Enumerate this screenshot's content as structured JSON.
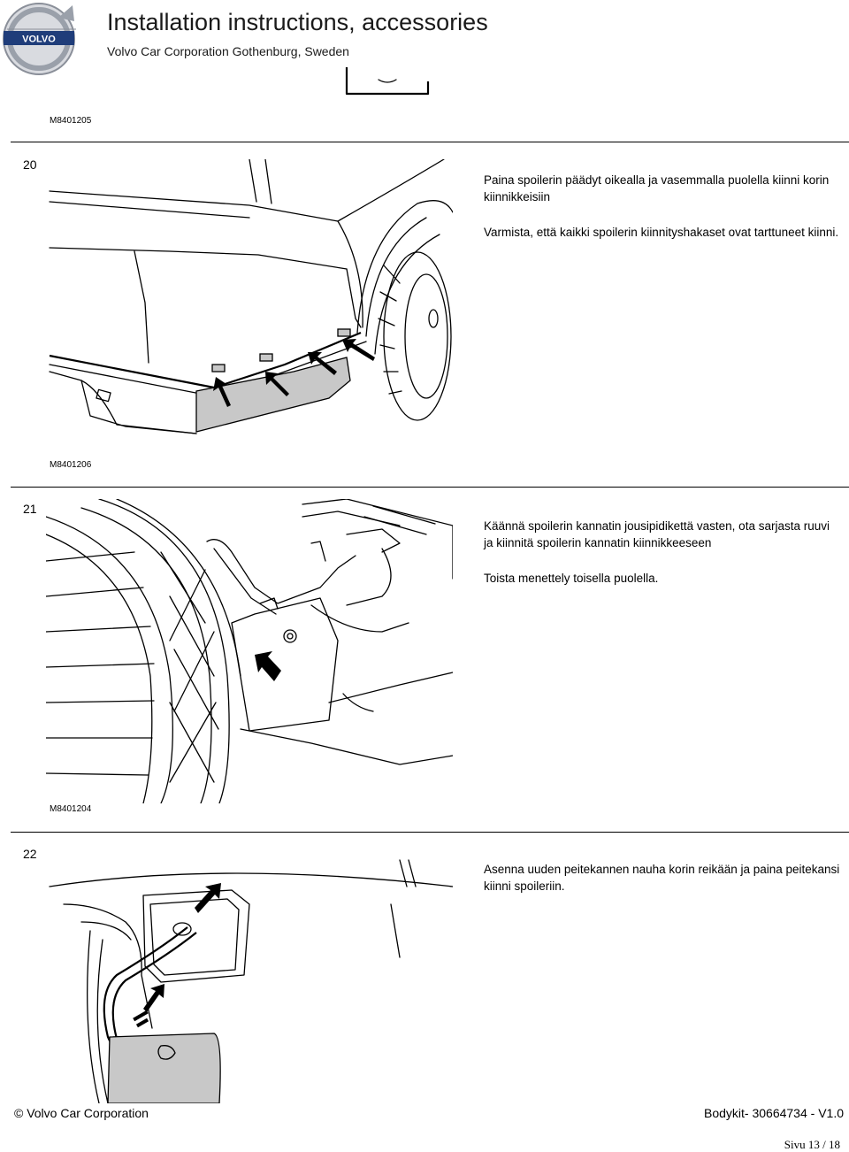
{
  "header": {
    "title": "Installation instructions, accessories",
    "subtitle": "Volvo Car Corporation Gothenburg, Sweden",
    "logo_text": "VOLVO"
  },
  "top_figure": {
    "code": "M8401205"
  },
  "steps": [
    {
      "number": "20",
      "figure_code": "M8401206",
      "paragraphs": [
        "Paina spoilerin päädyt oikealla ja vasemmalla puolella kiinni korin kiinnikkeisiin",
        "Varmista, että kaikki spoilerin kiinnityshakaset ovat tarttuneet kiinni."
      ]
    },
    {
      "number": "21",
      "figure_code": "M8401204",
      "paragraphs": [
        "Käännä spoilerin kannatin jousipidikettä vasten, ota sarjasta ruuvi ja kiinnitä spoilerin kannatin kiinnikkeeseen",
        "Toista menettely toisella puolella."
      ]
    },
    {
      "number": "22",
      "paragraphs": [
        "Asenna uuden peitekannen nauha korin reikään ja paina peitekansi kiinni spoileriin."
      ]
    }
  ],
  "footer": {
    "copyright": "© Volvo Car Corporation",
    "doc_id": "Bodykit- 30664734 - V1.0",
    "page": "Sivu 13 / 18"
  }
}
